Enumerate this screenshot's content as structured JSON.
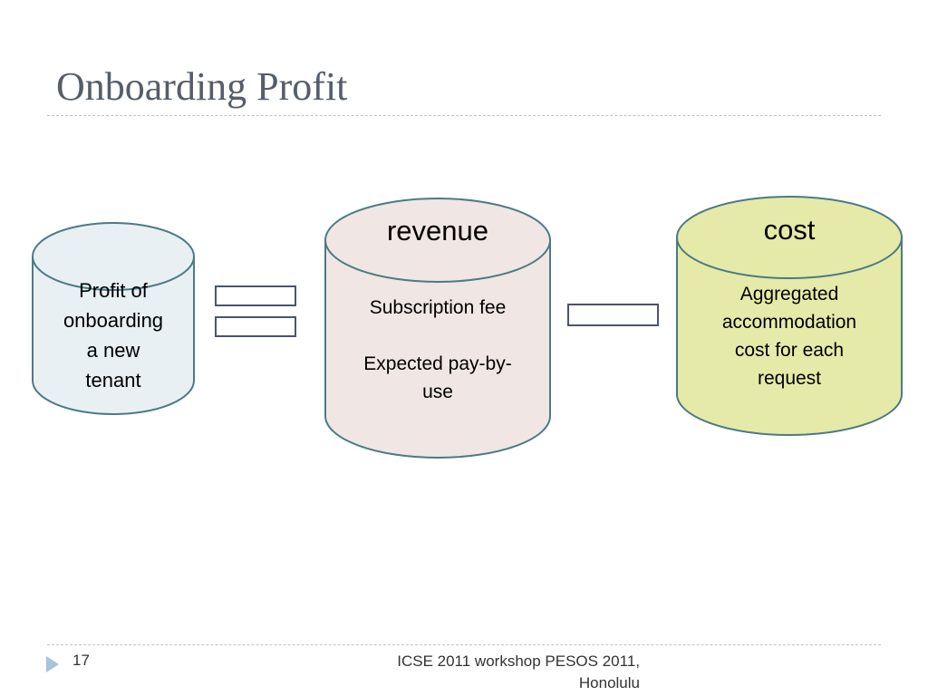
{
  "slide": {
    "title": "Onboarding Profit"
  },
  "diagram": {
    "profit_cylinder": {
      "text_lines": [
        "Profit of",
        "onboarding",
        "a new",
        "tenant"
      ],
      "fill": "#e8f0f4",
      "stroke": "#4c7a85"
    },
    "revenue_cylinder": {
      "title": "revenue",
      "text_line_1": "Subscription fee",
      "text_line_2": "Expected pay-by-",
      "text_line_3": "use",
      "fill": "#f0e6e3",
      "stroke": "#4c7a85"
    },
    "cost_cylinder": {
      "title": "cost",
      "text_lines": [
        "Aggregated",
        "accommodation",
        "cost for each",
        "request"
      ],
      "fill": "#e5eaa8",
      "stroke": "#4c7a85"
    },
    "operator_stroke": "#4a5470"
  },
  "footer": {
    "slide_number": "17",
    "text_line_1": "ICSE 2011 workshop PESOS 2011,",
    "text_line_2": "Honolulu"
  }
}
